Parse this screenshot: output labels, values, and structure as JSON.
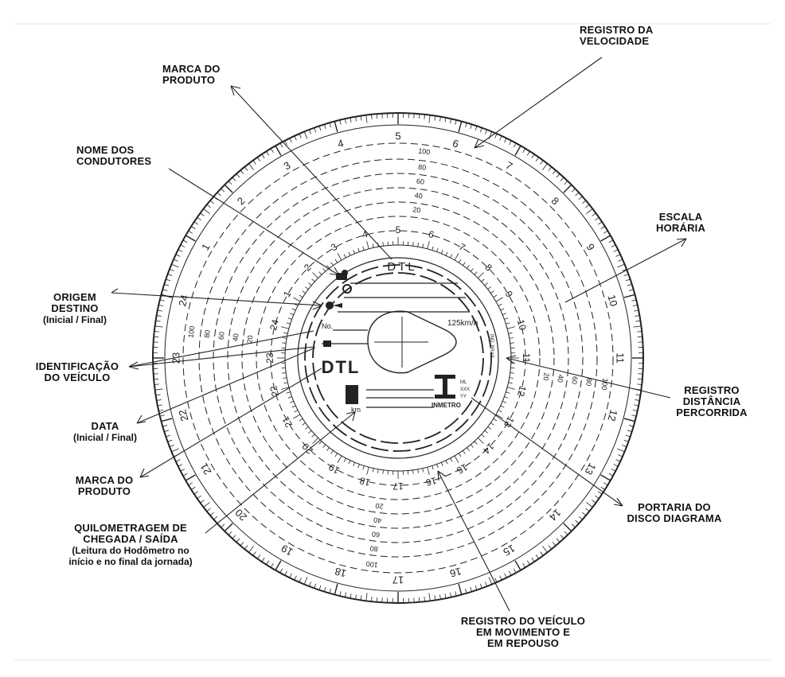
{
  "labels": {
    "registro_velocidade": [
      "REGISTRO DA",
      "VELOCIDADE"
    ],
    "marca_produto_top": [
      "MARCA DO",
      "PRODUTO"
    ],
    "nome_condutores": [
      "NOME DOS",
      "CONDUTORES"
    ],
    "escala_horaria": [
      "ESCALA",
      "HORÁRIA"
    ],
    "origem_destino": [
      "ORIGEM",
      "DESTINO"
    ],
    "origem_destino_sub": "(Inicial / Final)",
    "identificacao_veiculo": [
      "IDENTIFICAÇÃO",
      "DO VEÍCULO"
    ],
    "registro_distancia": [
      "REGISTRO",
      "DISTÂNCIA",
      "PERCORRIDA"
    ],
    "data": "DATA",
    "data_sub": "(Inicial / Final)",
    "marca_produto_bottom": [
      "MARCA DO",
      "PRODUTO"
    ],
    "portaria_disco": [
      "PORTARIA DO",
      "DISCO DIAGRAMA"
    ],
    "quilometragem": [
      "QUILOMETRAGEM DE",
      "CHEGADA / SAÍDA"
    ],
    "quilometragem_sub": [
      "(Leitura do Hodômetro no",
      "início e no final da jornada)"
    ],
    "registro_veiculo": [
      "REGISTRO DO VEÍCULO",
      "EM MOVIMENTO E",
      "EM REPOUSO"
    ]
  },
  "disc": {
    "brand": "DTL",
    "speed_max": "125km/h",
    "field_no": "No.",
    "field_km": "km",
    "inmetro": "INMETRO",
    "portaria_codes": [
      "ML",
      "XXX",
      "YY"
    ],
    "vertical_text": "IND. BRAS.",
    "outer_hours": [
      "5",
      "6",
      "7",
      "8",
      "9",
      "10",
      "11",
      "12",
      "13",
      "14",
      "15",
      "16",
      "17",
      "18",
      "19",
      "20",
      "21",
      "22",
      "23",
      "24",
      "1",
      "2",
      "3",
      "4"
    ],
    "inner_hours": [
      "5",
      "6",
      "7",
      "8",
      "9",
      "10",
      "11",
      "12",
      "13",
      "14",
      "15",
      "16",
      "17",
      "18",
      "19",
      "20",
      "21",
      "22",
      "23",
      "24",
      "1",
      "2",
      "3",
      "4"
    ],
    "speed_ticks": [
      "100",
      "80",
      "60",
      "40",
      "20"
    ]
  }
}
